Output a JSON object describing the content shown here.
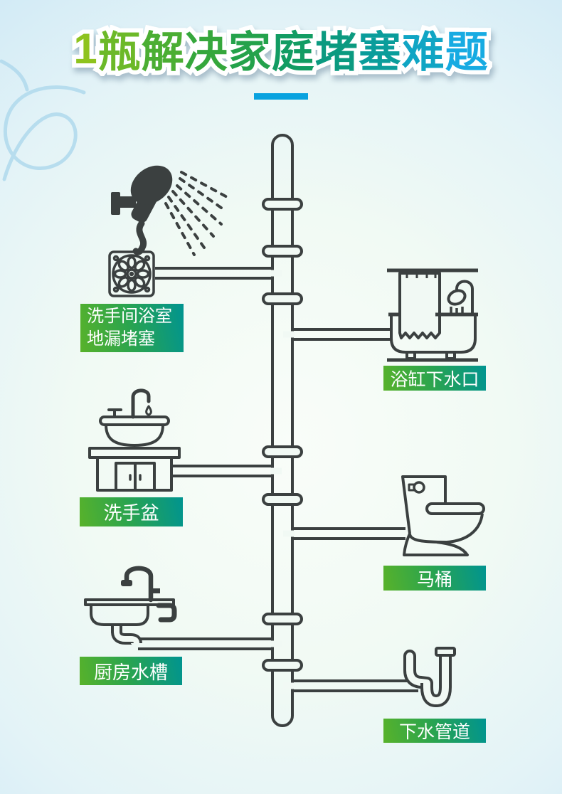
{
  "title": {
    "text": "1瓶解决家庭堵塞难题"
  },
  "badges": {
    "floor_drain": {
      "line1": "洗手间浴室",
      "line2": "地漏堵塞"
    },
    "bathtub": {
      "label": "浴缸下水口"
    },
    "washbasin": {
      "label": "洗手盆"
    },
    "toilet": {
      "label": "马桶"
    },
    "kitchen_sink": {
      "label": "厨房水槽"
    },
    "drain_pipe": {
      "label": "下水管道"
    }
  },
  "icons": [
    "shower-head-icon",
    "floor-drain-icon",
    "bathtub-icon",
    "washbasin-icon",
    "toilet-icon",
    "kitchen-sink-icon",
    "p-trap-icon",
    "main-drain-pipe"
  ],
  "colors": {
    "title_char_colors": [
      "#8ec31e",
      "#6cb928",
      "#4bae33",
      "#35a73c",
      "#24a24b",
      "#129c63",
      "#0b9a80",
      "#0a9d9b",
      "#10a5c4",
      "#17abe2"
    ],
    "title_underline": "#09a2df",
    "badge_gradient_start": "#58b22a",
    "badge_gradient_end": "#009490",
    "badge_text": "#ffffff",
    "pipe_stroke": "#3b4040",
    "background_edge": "#cfe9f6",
    "background_center": "#f9fdf9",
    "swirl": "#b3dbee"
  }
}
